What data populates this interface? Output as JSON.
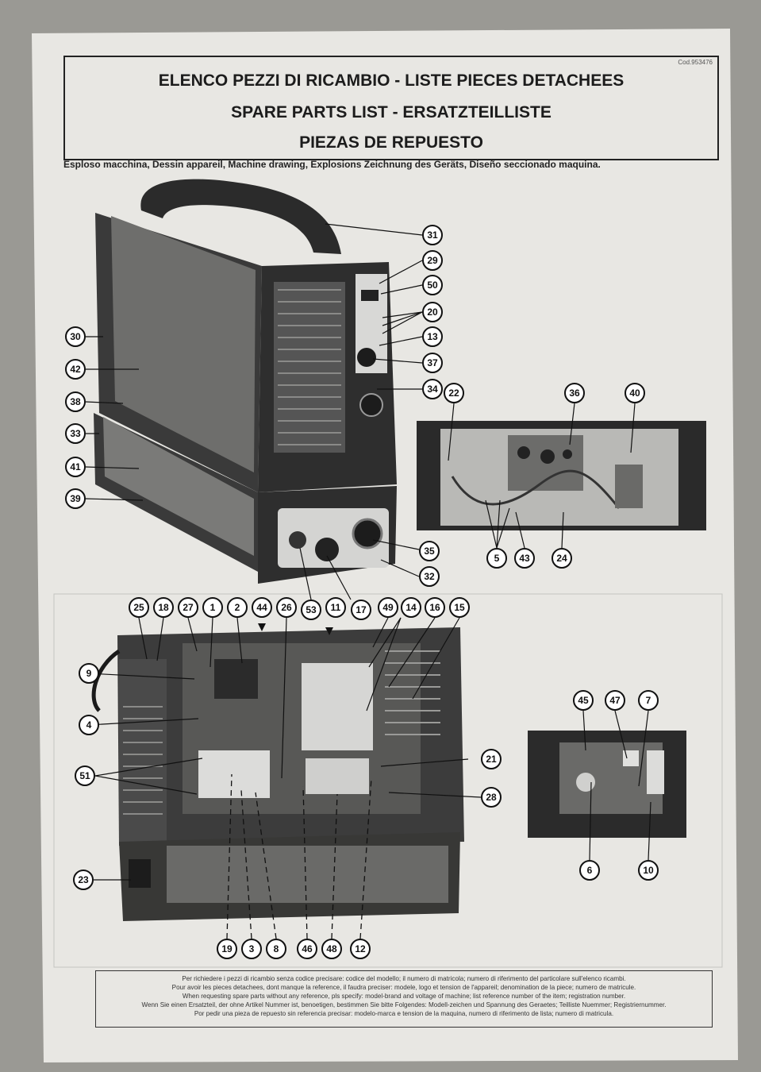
{
  "header": {
    "code": "Cod.953476",
    "title_line_1": "ELENCO PEZZI DI RICAMBIO - LISTE PIECES DETACHEES",
    "title_line_2": "SPARE PARTS LIST - ERSATZTEILLISTE",
    "title_line_3": "PIEZAS DE REPUESTO",
    "subtitle": "Esploso macchina, Dessin appareil, Machine drawing, Explosions Zeichnung des Geräts, Diseño seccionado maquina."
  },
  "callouts": {
    "welder": [
      "31",
      "29",
      "50",
      "20",
      "13",
      "37",
      "34",
      "30",
      "42",
      "38",
      "33",
      "41",
      "39",
      "35",
      "32",
      "53",
      "17"
    ],
    "interior": [
      "22",
      "36",
      "40",
      "5",
      "43",
      "24"
    ],
    "inverter_top": [
      "25",
      "18",
      "27",
      "1",
      "2",
      "44",
      "26",
      "11",
      "49",
      "14",
      "16",
      "15"
    ],
    "inverter_side": [
      "9",
      "4",
      "51",
      "23",
      "21",
      "28"
    ],
    "inverter_bottom": [
      "19",
      "3",
      "8",
      "46",
      "48",
      "12"
    ],
    "control_board": [
      "45",
      "47",
      "7",
      "6",
      "10"
    ]
  },
  "footer": [
    "Per richiedere i pezzi di ricambio senza codice precisare: codice del modello; il numero di matricola; numero di riferimento del particolare sull'elenco ricambi.",
    "Pour avoir les pieces detachees, dont manque la reference, il faudra preciser: modele, logo et tension de l'appareil; denomination de la piece; numero de matricule.",
    "When requesting spare parts without any reference, pls specify: model-brand and voltage of machine; list reference number of the item; registration number.",
    "Wenn Sie einen Ersatzteil, der ohne Artikel Nummer ist, benoetigen, bestimmen Sie bitte Folgendes: Modell-zeichen und Spannung des Geraetes; Teilliste Nuemmer; Registriernummer.",
    "Por pedir una pieza de repuesto sin referencia precisar: modelo-marca e tension de la maquina, numero di riferimento de lista; numero di matricula."
  ]
}
